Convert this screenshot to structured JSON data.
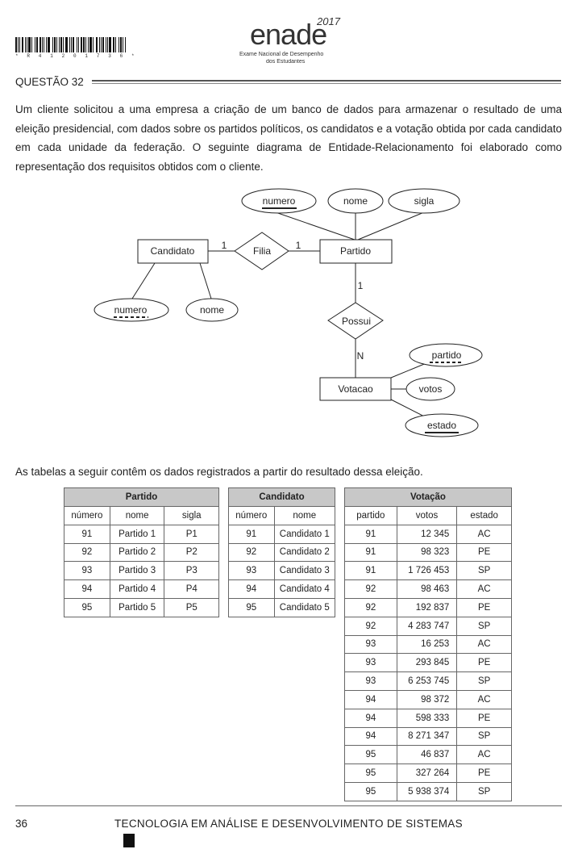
{
  "header": {
    "barcode_text": "* R 4 1 2 0 1 7 3 6 *",
    "logo_word": "enade",
    "logo_year": "2017",
    "logo_subtitle_1": "Exame Nacional de Desempenho",
    "logo_subtitle_2": "dos Estudantes"
  },
  "question": {
    "label": "QUESTÃO 32",
    "paragraph_1": "Um cliente solicitou a uma empresa a criação de um banco de dados para armazenar o resultado de uma eleição presidencial, com dados sobre os partidos políticos, os candidatos e a votação obtida por cada candidato em cada unidade da federação. O seguinte diagrama de Entidade-Relacionamento foi elaborado como representação dos requisitos obtidos com o cliente.",
    "paragraph_2": "As tabelas a seguir contêm os dados registrados a partir do resultado dessa eleição."
  },
  "diagram": {
    "entities": {
      "candidato": "Candidato",
      "partido": "Partido",
      "votacao": "Votacao"
    },
    "relationships": {
      "filia": "Filia",
      "possui": "Possui"
    },
    "attributes": {
      "partido_numero": "numero",
      "partido_nome": "nome",
      "partido_sigla": "sigla",
      "candidato_numero": "numero",
      "candidato_nome": "nome",
      "votacao_partido": "partido",
      "votacao_votos": "votos",
      "votacao_estado": "estado"
    },
    "cardinality": {
      "filia_candidato": "1",
      "filia_partido": "1",
      "possui_partido": "1",
      "possui_votacao": "N"
    }
  },
  "tables": {
    "partido": {
      "title": "Partido",
      "headers": [
        "número",
        "nome",
        "sigla"
      ],
      "rows": [
        [
          "91",
          "Partido 1",
          "P1"
        ],
        [
          "92",
          "Partido 2",
          "P2"
        ],
        [
          "93",
          "Partido 3",
          "P3"
        ],
        [
          "94",
          "Partido 4",
          "P4"
        ],
        [
          "95",
          "Partido 5",
          "P5"
        ]
      ]
    },
    "candidato": {
      "title": "Candidato",
      "headers": [
        "número",
        "nome"
      ],
      "rows": [
        [
          "91",
          "Candidato 1"
        ],
        [
          "92",
          "Candidato 2"
        ],
        [
          "93",
          "Candidato 3"
        ],
        [
          "94",
          "Candidato 4"
        ],
        [
          "95",
          "Candidato 5"
        ]
      ]
    },
    "votacao": {
      "title": "Votação",
      "headers": [
        "partido",
        "votos",
        "estado"
      ],
      "rows": [
        [
          "91",
          "12 345",
          "AC"
        ],
        [
          "91",
          "98 323",
          "PE"
        ],
        [
          "91",
          "1 726 453",
          "SP"
        ],
        [
          "92",
          "98 463",
          "AC"
        ],
        [
          "92",
          "192 837",
          "PE"
        ],
        [
          "92",
          "4 283 747",
          "SP"
        ],
        [
          "93",
          "16 253",
          "AC"
        ],
        [
          "93",
          "293 845",
          "PE"
        ],
        [
          "93",
          "6 253 745",
          "SP"
        ],
        [
          "94",
          "98 372",
          "AC"
        ],
        [
          "94",
          "598 333",
          "PE"
        ],
        [
          "94",
          "8 271 347",
          "SP"
        ],
        [
          "95",
          "46 837",
          "AC"
        ],
        [
          "95",
          "327 264",
          "PE"
        ],
        [
          "95",
          "5 938 374",
          "SP"
        ]
      ]
    }
  },
  "footer": {
    "page_number": "36",
    "title": "TECNOLOGIA EM ANÁLISE E DESENVOLVIMENTO DE SISTEMAS"
  }
}
